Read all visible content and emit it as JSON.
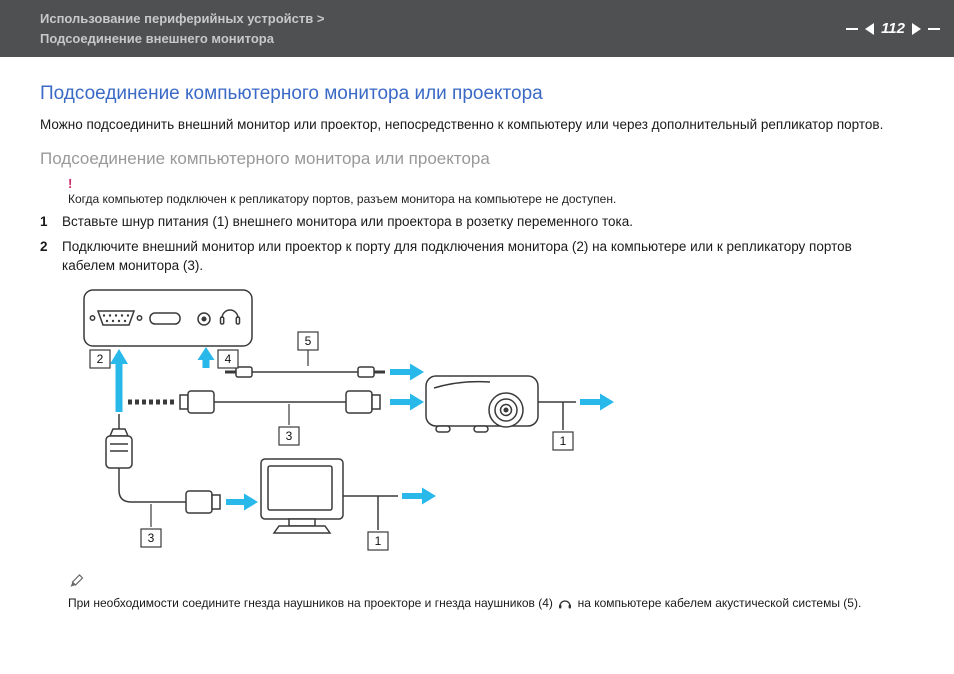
{
  "header": {
    "breadcrumb_line1": "Использование периферийных устройств >",
    "breadcrumb_line2": "Подсоединение внешнего монитора",
    "page_number": "112"
  },
  "content": {
    "title": "Подсоединение компьютерного монитора или проектора",
    "intro": "Можно подсоединить внешний монитор или проектор, непосредственно к компьютеру или через дополнительный репликатор портов.",
    "subtitle": "Подсоединение компьютерного монитора или проектора",
    "warning": {
      "symbol": "!",
      "text": "Когда компьютер подключен к репликатору портов, разъем монитора на компьютере не доступен."
    },
    "steps": [
      {
        "number": "1",
        "text": "Вставьте шнур питания (1) внешнего монитора или проектора в розетку переменного тока."
      },
      {
        "number": "2",
        "text": "Подключите внешний монитор или проектор к порту для подключения монитора (2) на компьютере или к репликатору портов кабелем монитора (3)."
      }
    ],
    "note": {
      "text_before_icon": "При необходимости соедините гнезда наушников на проекторе и гнезда наушников (4)",
      "text_after_icon": "на компьютере кабелем акустической системы (5)."
    }
  },
  "diagram": {
    "arrow_color": "#29b8ea",
    "labels": {
      "power": "1",
      "monitor_port": "2",
      "monitor_cable": "3",
      "headphones_jack": "4",
      "speaker_cable": "5"
    }
  }
}
